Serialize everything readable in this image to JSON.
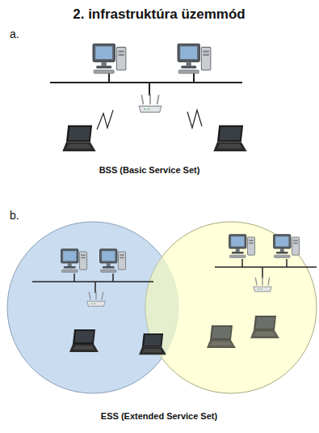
{
  "diagram": {
    "title": "2. infrastruktúra üzemmód",
    "labels": [
      "a.",
      "BSS (Basic Service Set)",
      "b.",
      "ESS (Extended Service Set)"
    ]
  }
}
